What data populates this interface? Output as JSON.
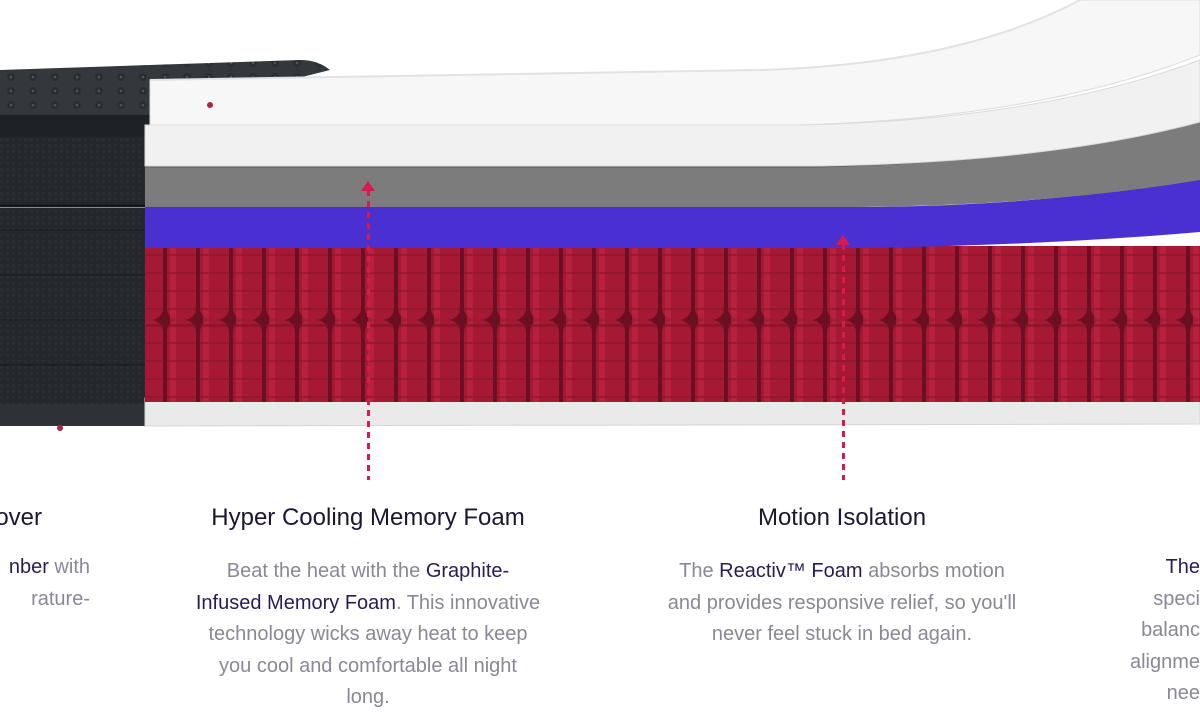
{
  "colors": {
    "accent": "#d81b4f",
    "heading": "#1d1633",
    "body_text": "#8a8796",
    "highlight_text": "#2a1a55",
    "cooling_foam": "#7a7a7a",
    "reactiv_foam": "#4a2fd1",
    "coils": "#a51934",
    "cover": "#25282c"
  },
  "features": [
    {
      "title": "over",
      "lines": [
        [
          {
            "text": "nber",
            "hl": true
          },
          {
            "text": " with",
            "hl": false
          }
        ],
        [
          {
            "text": "rature-",
            "hl": false
          }
        ]
      ]
    },
    {
      "title": "Hyper Cooling Memory Foam",
      "lines": [
        [
          {
            "text": "Beat the heat with the ",
            "hl": false
          },
          {
            "text": "Graphite-",
            "hl": true
          }
        ],
        [
          {
            "text": "Infused Memory Foam",
            "hl": true
          },
          {
            "text": ". This innovative",
            "hl": false
          }
        ],
        [
          {
            "text": "technology wicks away heat to keep",
            "hl": false
          }
        ],
        [
          {
            "text": "you cool and comfortable all night",
            "hl": false
          }
        ],
        [
          {
            "text": "long.",
            "hl": false
          }
        ]
      ]
    },
    {
      "title": "Motion Isolation",
      "lines": [
        [
          {
            "text": "The ",
            "hl": false
          },
          {
            "text": "Reactiv™ Foam",
            "hl": true
          },
          {
            "text": " absorbs motion",
            "hl": false
          }
        ],
        [
          {
            "text": "and provides responsive relief, so you'll",
            "hl": false
          }
        ],
        [
          {
            "text": "never feel stuck in bed again.",
            "hl": false
          }
        ]
      ]
    },
    {
      "title": "",
      "lines": [
        [
          {
            "text": "The",
            "hl": true
          }
        ],
        [
          {
            "text": "speci",
            "hl": false
          }
        ],
        [
          {
            "text": "balanc",
            "hl": false
          }
        ],
        [
          {
            "text": "alignme",
            "hl": false
          }
        ],
        [
          {
            "text": "nee",
            "hl": false
          }
        ]
      ]
    }
  ]
}
